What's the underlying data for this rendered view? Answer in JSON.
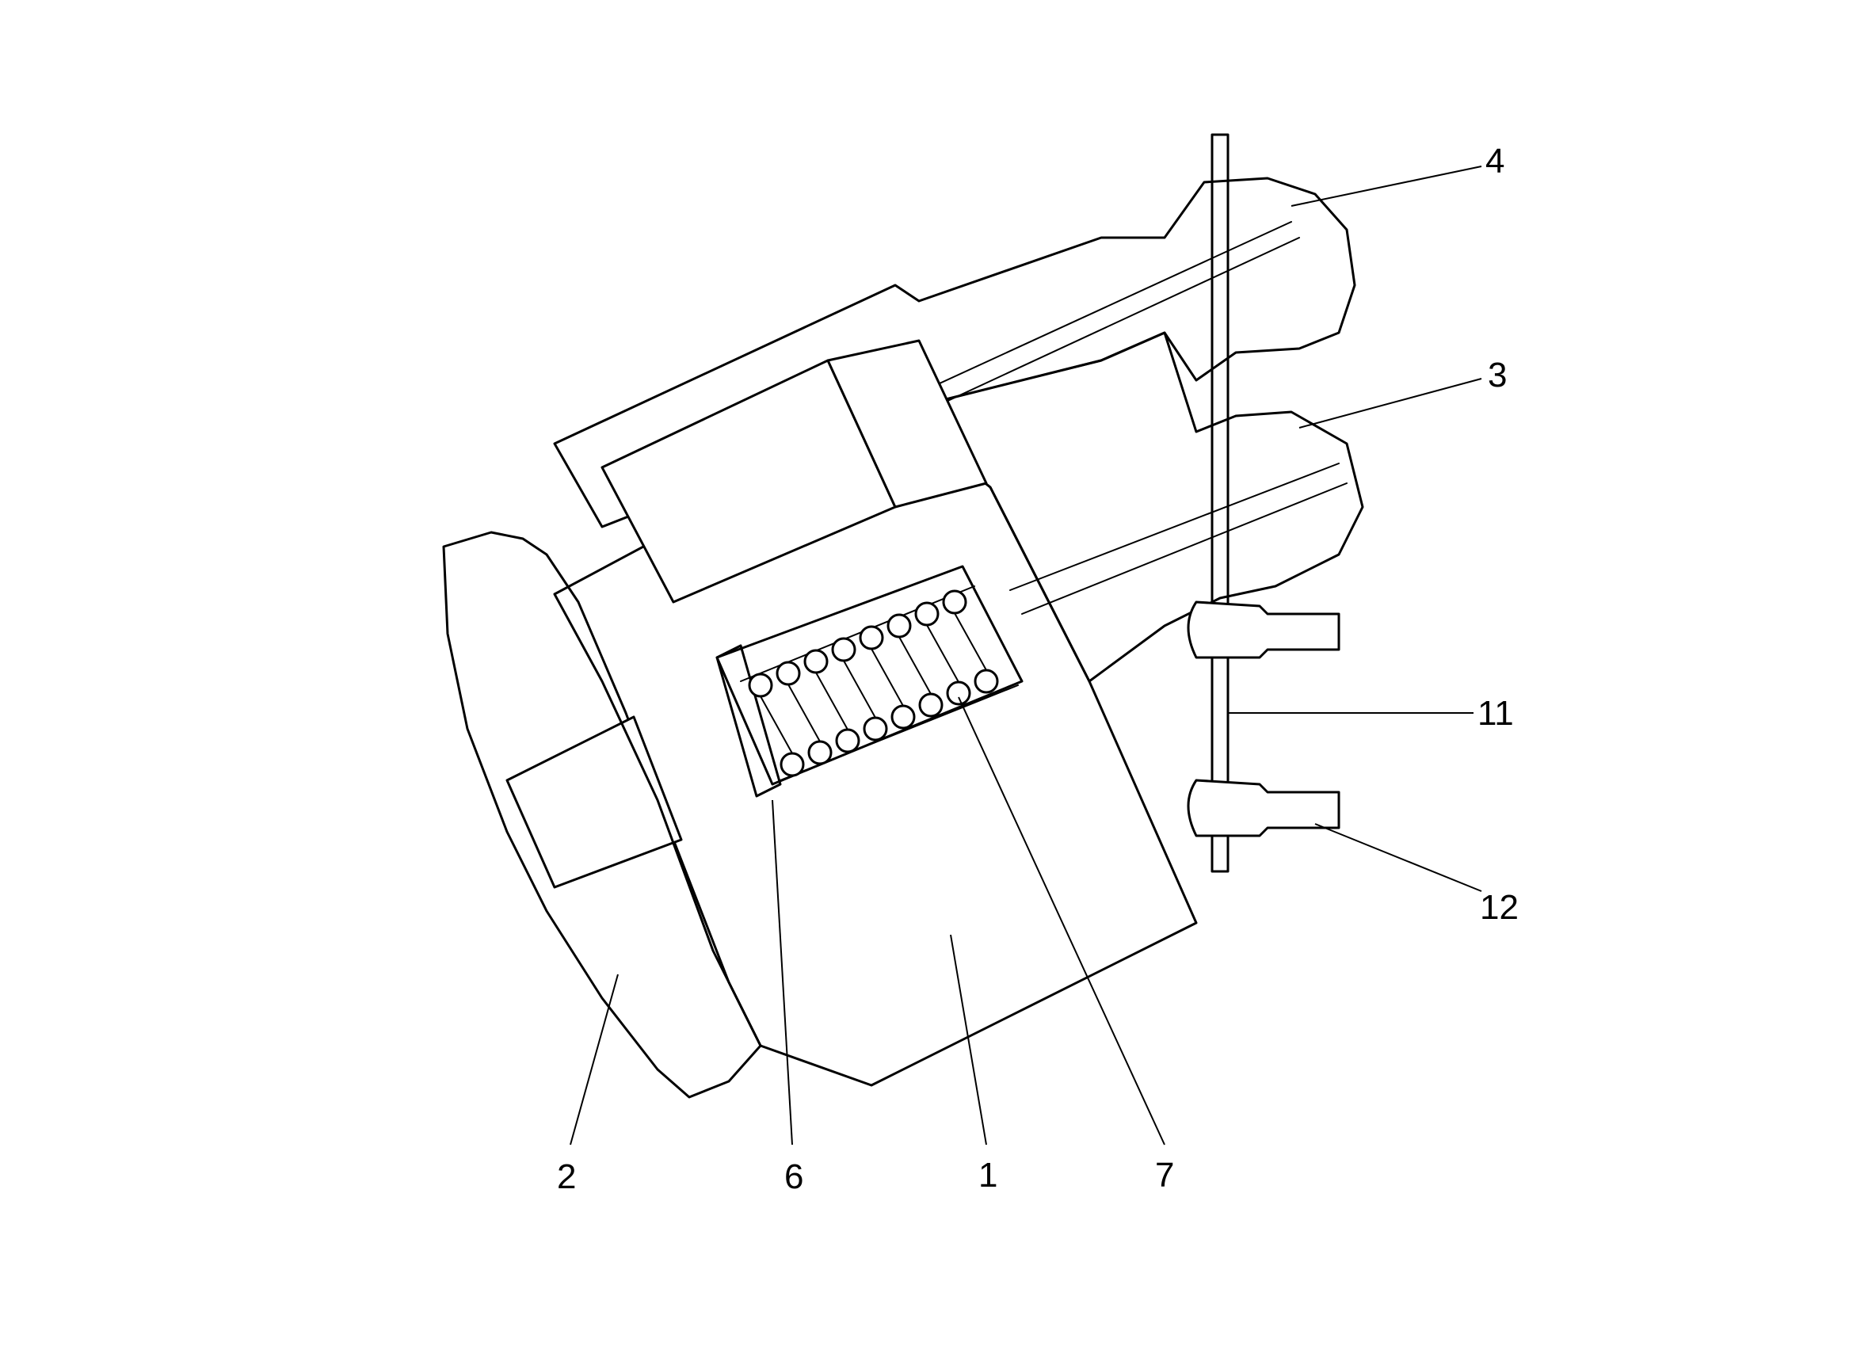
{
  "labels": {
    "l1": "1",
    "l2": "2",
    "l3": "3",
    "l4": "4",
    "l6": "6",
    "l7": "7",
    "l11": "11",
    "l12": "12"
  },
  "colors": {
    "line": "#000000",
    "background": "#ffffff"
  }
}
